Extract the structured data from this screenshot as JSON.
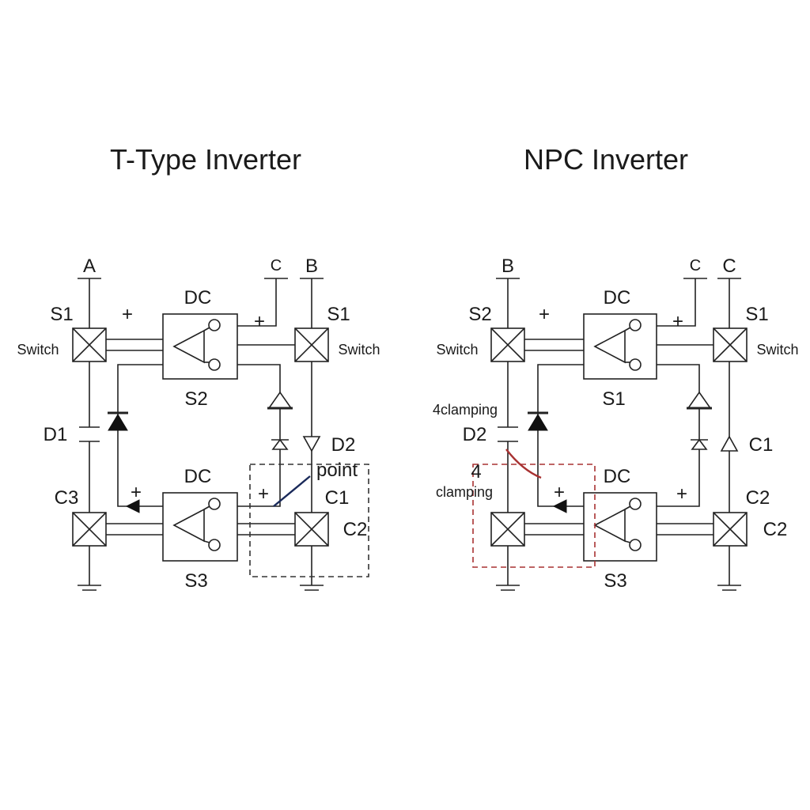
{
  "ttype": {
    "title": "T-Type Inverter",
    "terminal_a": "A",
    "terminal_c": "C",
    "terminal_b": "B",
    "dc_top": "DC",
    "dc_bottom": "DC",
    "s1_left": "S1",
    "s1_right": "S1",
    "switch_left": "Switch",
    "switch_right": "Switch",
    "plus_top_left": "+",
    "plus_top_right": "+",
    "s2": "S2",
    "d1": "D1",
    "d2": "D2",
    "point": "point",
    "c3": "C3",
    "c1": "C1",
    "c2": "C2",
    "plus_bottom_left": "+",
    "plus_bottom_right": "+",
    "s3": "S3"
  },
  "npc": {
    "title": "NPC Inverter",
    "terminal_b": "B",
    "terminal_c_small": "C",
    "terminal_c": "C",
    "dc_top": "DC",
    "dc_bottom": "DC",
    "s2": "S2",
    "s1_right": "S1",
    "switch_left": "Switch",
    "switch_right": "Switch",
    "plus_top_left": "+",
    "plus_top_right": "+",
    "s1_center": "S1",
    "clamping_top": "4clamping",
    "d2": "D2",
    "c1": "C1",
    "clamping_num": "4",
    "clamping_bottom": "clamping",
    "c2_upper": "C2",
    "c2_lower": "C2",
    "plus_bottom_left": "+",
    "plus_bottom_right": "+",
    "s3": "S3"
  },
  "colors": {
    "line": "#222222",
    "highlight_red": "#a83232",
    "highlight_blue": "#1a2a5a"
  }
}
